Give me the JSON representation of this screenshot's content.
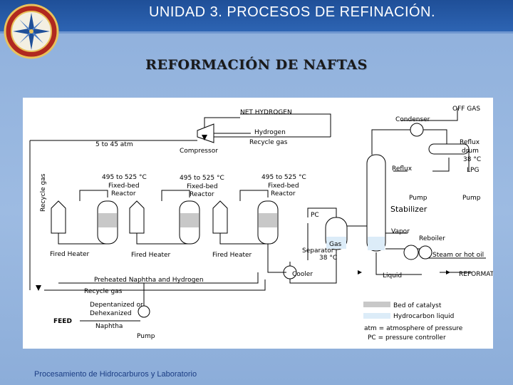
{
  "header": {
    "title": "UNIDAD  3.  PROCESOS DE REFINACIÓN."
  },
  "subtitle": "REFORMACIÓN DE NAFTAS",
  "footer": "Procesamiento de Hidrocarburos y Laboratorio",
  "colors": {
    "header_bg": "#2559a6",
    "page_bg": "#94b4df",
    "catalyst_bed": "#c8c8c8",
    "hydrocarbon_liquid": "#dcecf8",
    "footer_text": "#1b3d84"
  },
  "logo": {
    "icon": "compass-rose-seal-icon"
  },
  "diagram": {
    "labels": {
      "net_hydrogen": "NET HYDROGEN",
      "off_gas": "OFF GAS",
      "condenser": "Condenser",
      "hydrogen": "Hydrogen",
      "recycle_gas_top": "Recycle gas",
      "pressure_range": "5 to 45 atm",
      "compressor": "Compressor",
      "reflux_drum": "Reflux",
      "reflux_drum_2": "drum",
      "reflux_drum_temp": "38 °C",
      "reflux": "Reflux",
      "lpg": "LPG",
      "recycle_gas_side": "Recycle gas",
      "reactor_temp": "495 to 525 °C",
      "fixed_bed": "Fixed-bed",
      "reactor": "Reactor",
      "pump_reflux": "Pump",
      "pump_lpg": "Pump",
      "stabilizer": "Stabilizer",
      "pc": "PC",
      "vapor": "Vapor",
      "reboiler": "Reboiler",
      "gas": "Gas",
      "separator": "Separator",
      "separator_temp": "38 °C",
      "fired_heater": "Fired Heater",
      "steam_or_hot_oil": "Steam or hot oil",
      "cooler": "Cooler",
      "preheated": "Preheated Naphtha and Hydrogen",
      "recycle_gas_bottom": "Recycle gas",
      "liquid": "Liquid",
      "reformate": "REFORMATE",
      "depentanized": "Depentanized or",
      "dehexanized": "Dehexanized",
      "naphtha": "Naphtha",
      "feed": "FEED",
      "pump_feed": "Pump"
    },
    "legend": {
      "catalyst": "Bed of catalyst",
      "liquid": "Hydrocarbon liquid",
      "atm": "atm = atmosphere of pressure",
      "pc": "PC = pressure controller"
    }
  }
}
